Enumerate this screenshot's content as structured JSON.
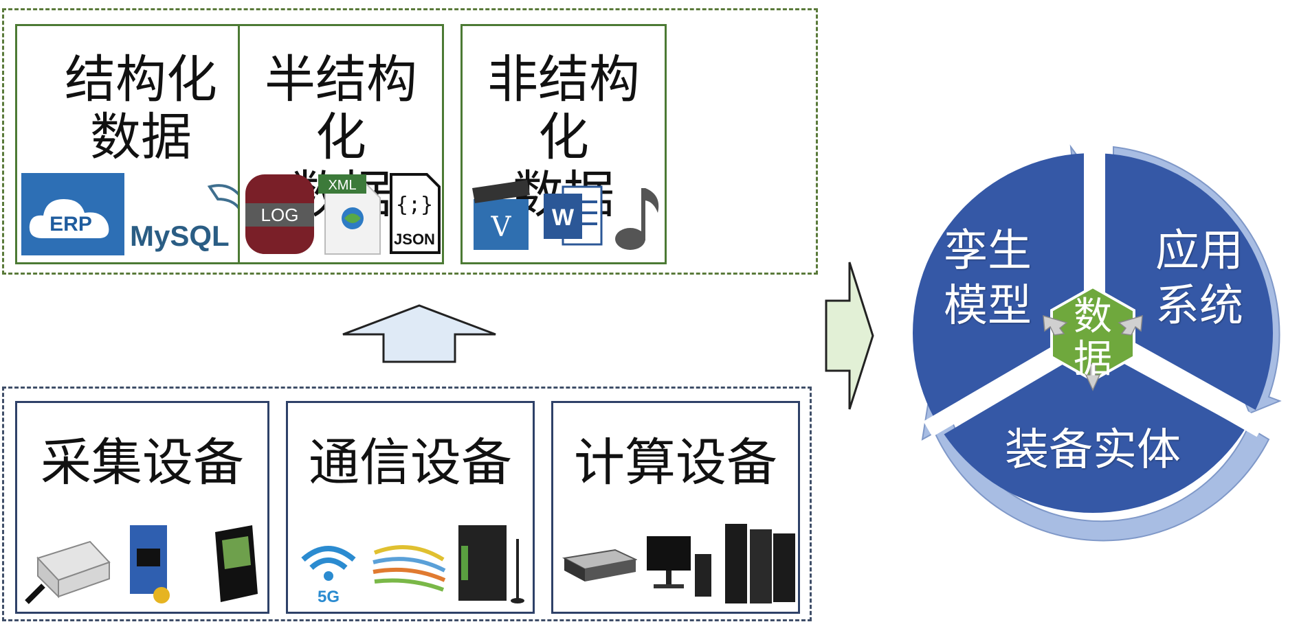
{
  "data_types": [
    {
      "title_line1": "结构化",
      "title_line2": "数据",
      "icon_labels": [
        "ERP",
        "MySQL"
      ]
    },
    {
      "title_line1": "半结构化",
      "title_line2": "数据",
      "icon_labels": [
        "LOG",
        "XML",
        "JSON"
      ]
    },
    {
      "title_line1": "非结构化",
      "title_line2": "数据",
      "icon_labels": [
        "V",
        "W"
      ]
    }
  ],
  "devices": [
    {
      "title": "采集设备"
    },
    {
      "title": "通信设备",
      "icon_labels": [
        "5G"
      ]
    },
    {
      "title": "计算设备"
    }
  ],
  "cycle": {
    "center_line1": "数",
    "center_line2": "据",
    "segments": [
      {
        "line1": "孪生",
        "line2": "模型"
      },
      {
        "line1": "应用",
        "line2": "系统"
      },
      {
        "line1": "装备实体",
        "line2": ""
      }
    ]
  },
  "colors": {
    "top_border": "#5a7a3a",
    "bottom_border": "#3f4e68",
    "segment_fill": "#3558a6",
    "ring_fill": "#a8bde3",
    "center_fill": "#6fa83d",
    "arrow_fill": "#dfeaf6",
    "right_arrow_fill": "#e2f0d6"
  }
}
